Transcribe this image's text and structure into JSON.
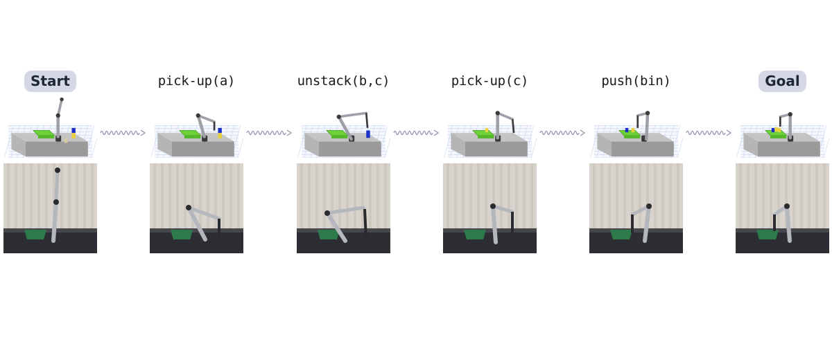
{
  "sequence": [
    {
      "label": "Start",
      "style": "badge",
      "scene": {
        "arm": "up",
        "objects": [
          "a-on-table",
          "b-on-c"
        ]
      }
    },
    {
      "label": "pick-up(a)",
      "style": "action",
      "scene": {
        "arm": "grasp-a",
        "objects": [
          "b-on-c"
        ]
      }
    },
    {
      "label": "unstack(b,c)",
      "style": "action",
      "scene": {
        "arm": "reach-right",
        "objects": [
          "c"
        ]
      }
    },
    {
      "label": "pick-up(c)",
      "style": "action",
      "scene": {
        "arm": "over-bin-right",
        "objects": [
          "a-in-bin"
        ]
      }
    },
    {
      "label": "push(bin)",
      "style": "action",
      "scene": {
        "arm": "push",
        "objects": [
          "a-in-bin",
          "b-in-bin"
        ]
      }
    },
    {
      "label": "Goal",
      "style": "badge",
      "scene": {
        "arm": "over-bin",
        "objects": [
          "a-in-bin",
          "b-in-bin",
          "c-in-bin"
        ]
      }
    }
  ],
  "colors": {
    "badge_bg": "#d3d8e4",
    "badge_text": "#1e2638",
    "arrow": "#8e98ac",
    "bin": "#6fd13a",
    "block_blue": "#1a2ec8",
    "block_yellow": "#e8d040",
    "table": "#a6a6a6",
    "floor_grid": "#c9d6ee",
    "curtain": "#d8d3cc",
    "real_bin": "#2f7a4a"
  },
  "icons": {
    "arrow": "wavy-arrow-icon"
  }
}
